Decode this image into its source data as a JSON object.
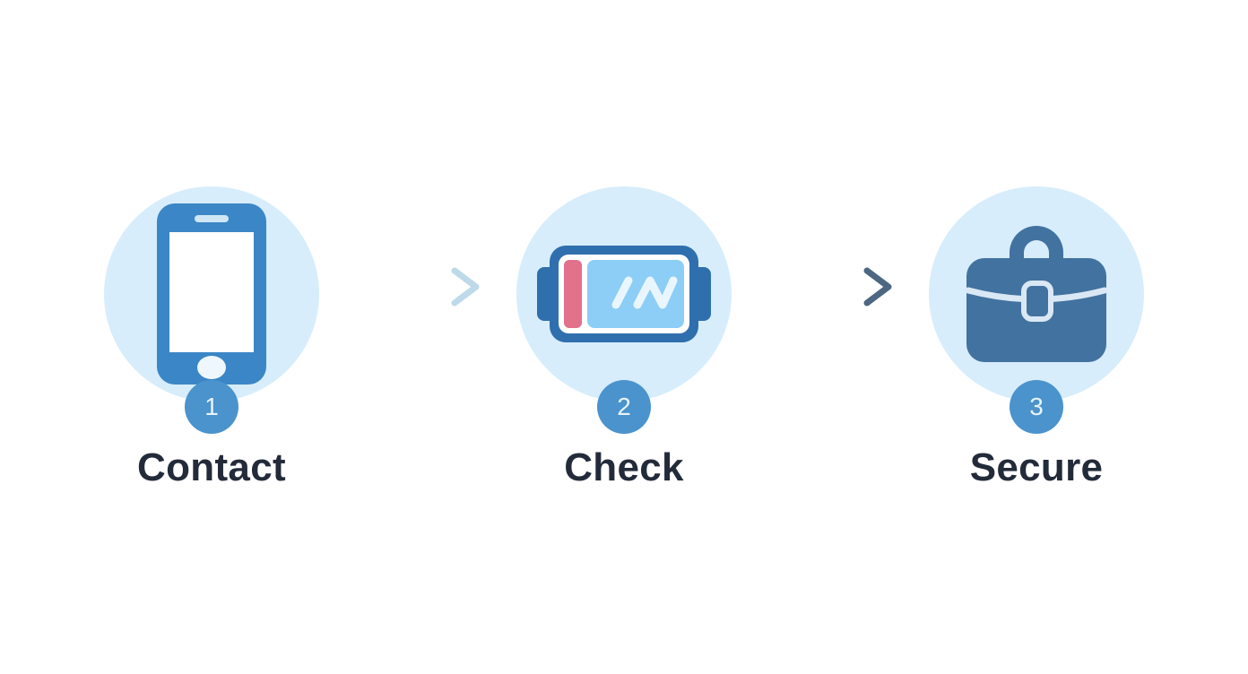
{
  "diagram": {
    "title": "Three step process flow",
    "background_color": "#ffffff",
    "steps": [
      {
        "number": "1",
        "label": "Contact",
        "icon_name": "smartphone-icon",
        "circle_color": "#d7edfb",
        "icon_color": "#3b86c6",
        "badge_color": "#4a93cd",
        "badge_text_color": "#e8f3fb",
        "label_color": "#232b3a"
      },
      {
        "number": "2",
        "label": "Check",
        "icon_name": "battery-check-icon",
        "circle_color": "#d7edfb",
        "icon_color": "#2f6fae",
        "icon_accent_color": "#e2718b",
        "icon_fill_color": "#8ccef5",
        "badge_color": "#4a93cd",
        "badge_text_color": "#e8f3fb",
        "label_color": "#232b3a"
      },
      {
        "number": "3",
        "label": "Secure",
        "icon_name": "briefcase-icon",
        "circle_color": "#d7edfb",
        "icon_color": "#42729f",
        "icon_detail_color": "#d9e8f4",
        "badge_color": "#4a93cd",
        "badge_text_color": "#e8f3fb",
        "label_color": "#232b3a"
      }
    ],
    "connectors": [
      {
        "name": "arrow-1",
        "from": "Contact",
        "to": "Check",
        "color_start": "#eef5fa",
        "color_end": "#bcd8ea"
      },
      {
        "name": "arrow-2",
        "from": "Check",
        "to": "Secure",
        "color_start": "#cfd9e2",
        "color_end": "#4d6782"
      }
    ]
  }
}
